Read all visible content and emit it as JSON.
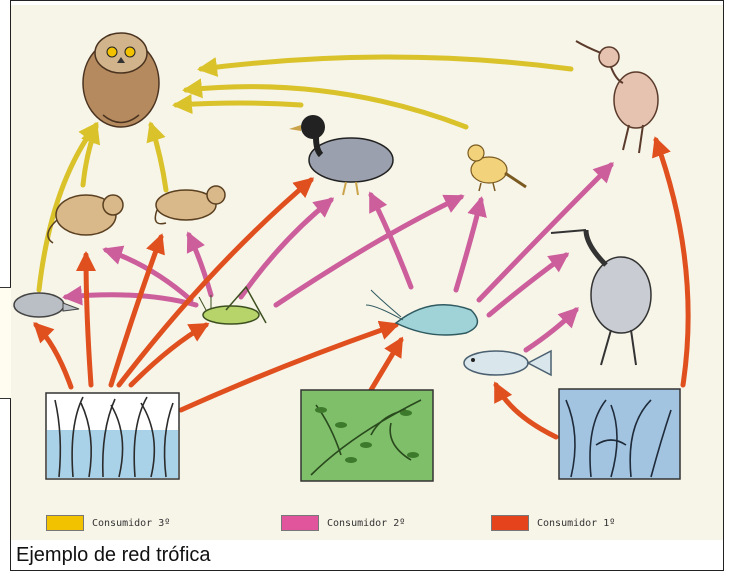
{
  "figure": {
    "caption": "Ejemplo de red trófica",
    "legend": [
      {
        "label": "Consumidor 3º",
        "color": "#f2c200"
      },
      {
        "label": "Consumidor 2º",
        "color": "#e0559b"
      },
      {
        "label": "Consumidor 1º",
        "color": "#e5431c"
      }
    ]
  },
  "colors": {
    "tertiary_arrow": "#d9c22a",
    "secondary_arrow": "#cc5e9c",
    "primary_arrow": "#e0501f",
    "background": "#f7f4e8"
  },
  "nodes": [
    {
      "icon": "owl-icon"
    },
    {
      "icon": "curlew-bird-icon"
    },
    {
      "icon": "duck-icon"
    },
    {
      "icon": "canary-bird-icon"
    },
    {
      "icon": "mouse-icon"
    },
    {
      "icon": "rat-icon"
    },
    {
      "icon": "shrew-icon"
    },
    {
      "icon": "grasshopper-icon"
    },
    {
      "icon": "shrimp-icon"
    },
    {
      "icon": "heron-icon"
    },
    {
      "icon": "fish-icon"
    },
    {
      "icon": "marsh-grass-icon"
    },
    {
      "icon": "shrub-plant-icon"
    },
    {
      "icon": "seaweed-icon"
    }
  ]
}
